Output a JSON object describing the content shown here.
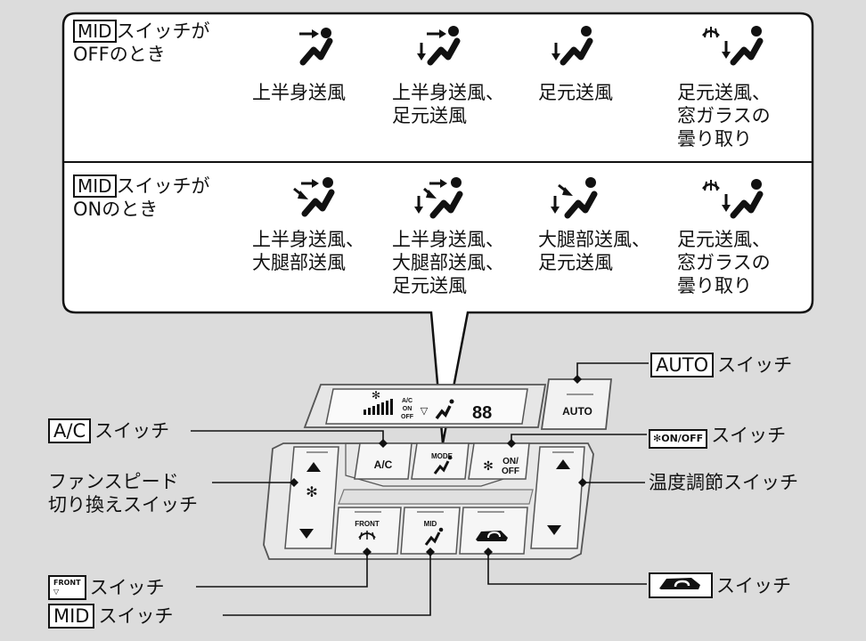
{
  "off_row": {
    "header_key": "MID",
    "header_line1": "スイッチが",
    "header_line2": "OFFのとき",
    "modes": [
      {
        "lines": [
          "上半身送風"
        ]
      },
      {
        "lines": [
          "上半身送風、",
          "足元送風"
        ]
      },
      {
        "lines": [
          "足元送風"
        ]
      },
      {
        "lines": [
          "足元送風、",
          "窓ガラスの",
          "曇り取り"
        ]
      }
    ]
  },
  "on_row": {
    "header_key": "MID",
    "header_line1": "スイッチが",
    "header_line2": "ONのとき",
    "modes": [
      {
        "lines": [
          "上半身送風、",
          "大腿部送風"
        ]
      },
      {
        "lines": [
          "上半身送風、",
          "大腿部送風、",
          "足元送風"
        ]
      },
      {
        "lines": [
          "大腿部送風、",
          "足元送風"
        ]
      },
      {
        "lines": [
          "足元送風、",
          "窓ガラスの",
          "曇り取り"
        ]
      }
    ]
  },
  "labels": {
    "auto_key": "AUTO",
    "auto_suffix": "スイッチ",
    "ac_key": "A/C",
    "ac_suffix": "スイッチ",
    "fan_onoff_key": "ON/OFF",
    "fan_onoff_suffix": "スイッチ",
    "fan_speed_line1": "ファンスピード",
    "fan_speed_line2": "切り換えスイッチ",
    "temp": "温度調節スイッチ",
    "front_suffix": "スイッチ",
    "recirc_suffix": "スイッチ",
    "mid_key": "MID",
    "mid_suffix": "スイッチ"
  },
  "panel": {
    "display_digits": "88",
    "display_ac": "A/C",
    "display_on": "ON",
    "display_off": "OFF",
    "auto": "AUTO",
    "ac": "A/C",
    "mode": "MODE",
    "fan_on": "ON/",
    "fan_off": "OFF",
    "front": "FRONT",
    "mid": "MID"
  },
  "icons": {
    "mode_upper": "upper-body-vent-icon",
    "mode_bilevel": "bilevel-vent-icon",
    "mode_floor": "floor-vent-icon",
    "mode_floor_defrost": "floor-defrost-icon",
    "fan": "fan-icon",
    "recirculation": "recirculation-icon",
    "front_defrost": "front-defrost-icon"
  }
}
